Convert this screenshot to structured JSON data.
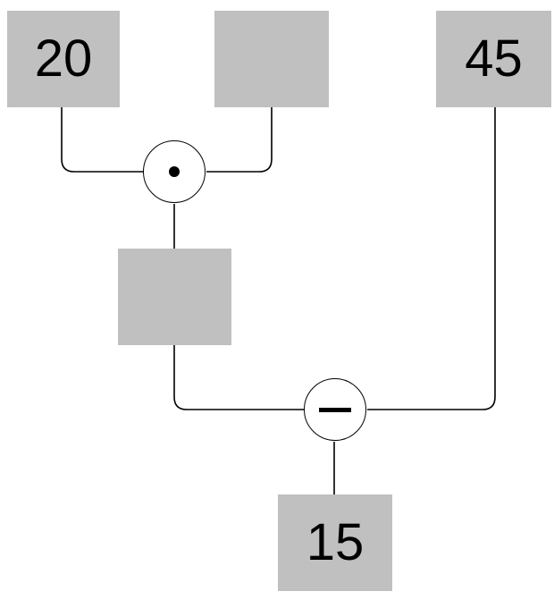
{
  "diagram": {
    "boxes": {
      "top_left": {
        "value": "20"
      },
      "top_middle": {
        "value": ""
      },
      "top_right": {
        "value": "45"
      },
      "intermediate": {
        "value": ""
      },
      "result": {
        "value": "15"
      }
    },
    "operations": {
      "multiply": {
        "operator": "multiplication-dot"
      },
      "subtract": {
        "operator": "minus"
      }
    }
  }
}
